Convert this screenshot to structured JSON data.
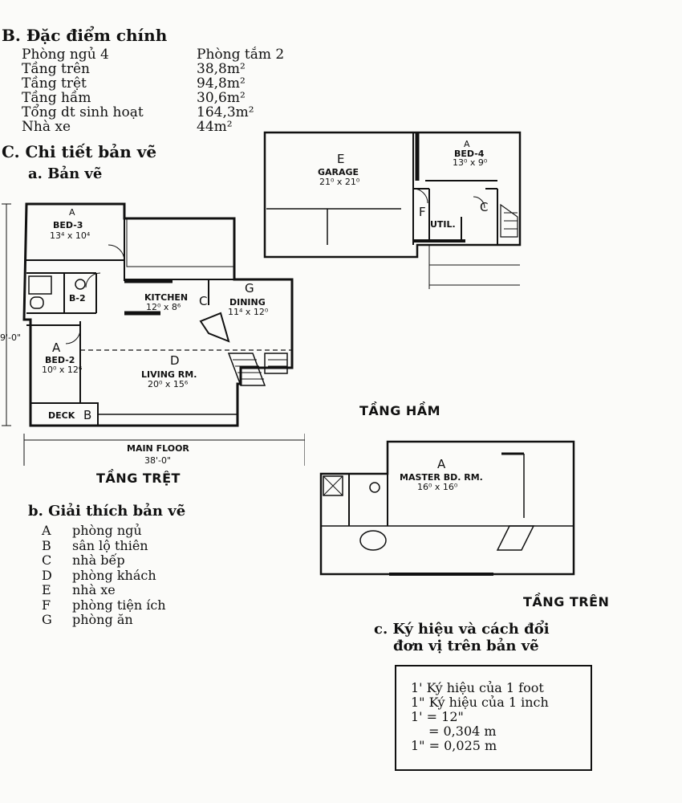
{
  "section_b": {
    "title": "B. Đặc điểm chính",
    "specs": [
      {
        "label": "Phòng ngủ 4",
        "value": "Phòng tắm 2"
      },
      {
        "label": "Tầng trên",
        "value": "38,8m²"
      },
      {
        "label": "Tầng trệt",
        "value": "94,8m²"
      },
      {
        "label": "Tầng hầm",
        "value": "30,6m²"
      },
      {
        "label": "Tổng dt sinh hoạt",
        "value": "164,3m²"
      },
      {
        "label": "Nhà xe",
        "value": "44m²"
      }
    ]
  },
  "section_c": {
    "title": "C. Chi tiết bản vẽ",
    "sub_a": "a. Bản vẽ",
    "sub_b": "b. Giải thích bản vẽ",
    "sub_c_line1": "c. Ký hiệu và cách đổi",
    "sub_c_line2": "đơn vị trên bản vẽ"
  },
  "legend": [
    {
      "key": "A",
      "text": "phòng ngủ"
    },
    {
      "key": "B",
      "text": "sân lộ thiên"
    },
    {
      "key": "C",
      "text": "nhà bếp"
    },
    {
      "key": "D",
      "text": "phòng khách"
    },
    {
      "key": "E",
      "text": "nhà xe"
    },
    {
      "key": "F",
      "text": "phòng tiện ích"
    },
    {
      "key": "G",
      "text": "phòng ăn"
    }
  ],
  "units": [
    "1' Ký hiệu của 1 foot",
    "1\" Ký hiệu của 1 inch",
    "1' = 12\"",
    "= 0,304 m",
    "1\" = 0,025 m"
  ],
  "floors": {
    "main": {
      "caption": "TẦNG TRỆT",
      "dimension_label": "MAIN FLOOR",
      "dimension_value": "38'-0\"",
      "side_dimension": "9'-0\"",
      "rooms": [
        {
          "letter": "A",
          "name": "BED-3",
          "size": "13⁴ x 10⁴"
        },
        {
          "letter": "",
          "name": "B-2",
          "size": ""
        },
        {
          "letter": "C",
          "name": "KITCHEN",
          "size": "12⁰ x 8⁶"
        },
        {
          "letter": "G",
          "name": "DINING",
          "size": "11⁴ x 12⁰"
        },
        {
          "letter": "A",
          "name": "BED-2",
          "size": "10⁰ x 12⁶"
        },
        {
          "letter": "D",
          "name": "LIVING RM.",
          "size": "20⁰ x 15⁶"
        },
        {
          "letter": "B",
          "name": "DECK",
          "size": ""
        }
      ]
    },
    "basement": {
      "caption": "TẦNG HẦM",
      "rooms": [
        {
          "letter": "E",
          "name": "GARAGE",
          "size": "21⁰ x 21⁰"
        },
        {
          "letter": "A",
          "name": "BED-4",
          "size": "13⁰ x 9⁰"
        },
        {
          "letter": "F",
          "name": "UTIL.",
          "size": ""
        },
        {
          "letter": "C",
          "name": "",
          "size": ""
        }
      ]
    },
    "upper": {
      "caption": "TẦNG TRÊN",
      "rooms": [
        {
          "letter": "A",
          "name": "MASTER BD. RM.",
          "size": "16⁰ x 16⁰"
        }
      ]
    }
  }
}
